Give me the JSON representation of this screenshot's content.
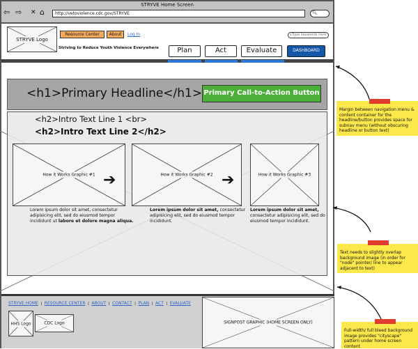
{
  "browser": {
    "title": "STRYVE Home Screen",
    "url": "http://vetoviolence.cdc.gov/STRYVE",
    "icons": [
      "back-icon",
      "forward-icon",
      "close-icon",
      "home-icon",
      "search-icon"
    ]
  },
  "header": {
    "logo": "STRYVE Logo",
    "resource_center": "Resource Center",
    "about": "About",
    "login": "Log In",
    "tagline": "Striving to Reduce Youth Violence Everywhere",
    "search_placeholder": "Type keywords here",
    "tabs": [
      "Plan",
      "Act",
      "Evaluate"
    ],
    "dashboard": "DASHBOARD"
  },
  "colors": {
    "accent_blue": "#2e7ad6",
    "dashboard": "#1456a8",
    "cta_green": "#4caf3a",
    "orange": "#f4a95d",
    "note_yellow": "#fde84c",
    "tape_red": "#e23b30"
  },
  "hero": {
    "headline": "<h1>Primary Headline</h1>",
    "cta": "Primary Call-to-Action Button",
    "intro1": "<h2>Intro Text Line 1 <br>",
    "intro2": "<h2>Intro Text Line 2</h2>"
  },
  "graphics": [
    {
      "label": "How it Works Graphic #1",
      "text": "Lorem ipsum dolor sit amet, consectetur adipisicing elit, sed do eiusmod tempor incididunt ut",
      "bold": "labore et dolore magna aliqua."
    },
    {
      "label": "How it Works Graphic #2",
      "bold": "Lorem ipsum dolor sit amet,",
      "text": "consectetur adipisicing elit, sed do eiusmod tempor incididunt."
    },
    {
      "label": "How it Works Graphic #3",
      "bold": "Lorem ipsum dolor sit amet,",
      "text": "consectetur adipisicing elit, sed do eiusmod tempor incididunt."
    }
  ],
  "footer": {
    "links": [
      "STRYVE HOME",
      "RESOURCE CENTER",
      "ABOUT",
      "CONTACT",
      "PLAN",
      "ACT",
      "EVALUATE"
    ],
    "hhs": "HHS Logo",
    "cdc": "CDC Logo",
    "signpost": "SIGNPOST GRAPHIC (HOME SCREEN ONLY)"
  },
  "notes": [
    "Margin between navigation menu & content container for the headline/button provides space for subnav menu (without obscuring headline or button text)",
    "Text needs to slightly overlap background image (in order for \"node\" pointer/ line to appear adjacent to text)",
    "Full-width/ full bleed background image provides \"cityscape\" pattern under home screen content"
  ]
}
